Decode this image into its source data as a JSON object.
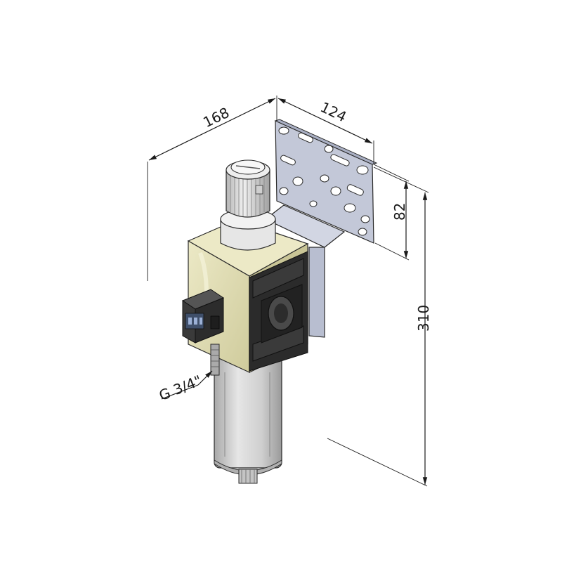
{
  "dimensions": {
    "width_overall": "168",
    "bracket_width": "124",
    "bracket_height": "82",
    "height_overall": "310",
    "port_thread": "G 3/4\""
  },
  "colors": {
    "body": "#e3dfb4",
    "body_shade": "#c9c596",
    "bracket": "#c3c8d8",
    "bracket_shade": "#a9afc3",
    "metal": "#d9d9d9",
    "metal_shade": "#b3b3b3",
    "rubber": "#2b2b2b",
    "outline": "#2a2a2a"
  }
}
